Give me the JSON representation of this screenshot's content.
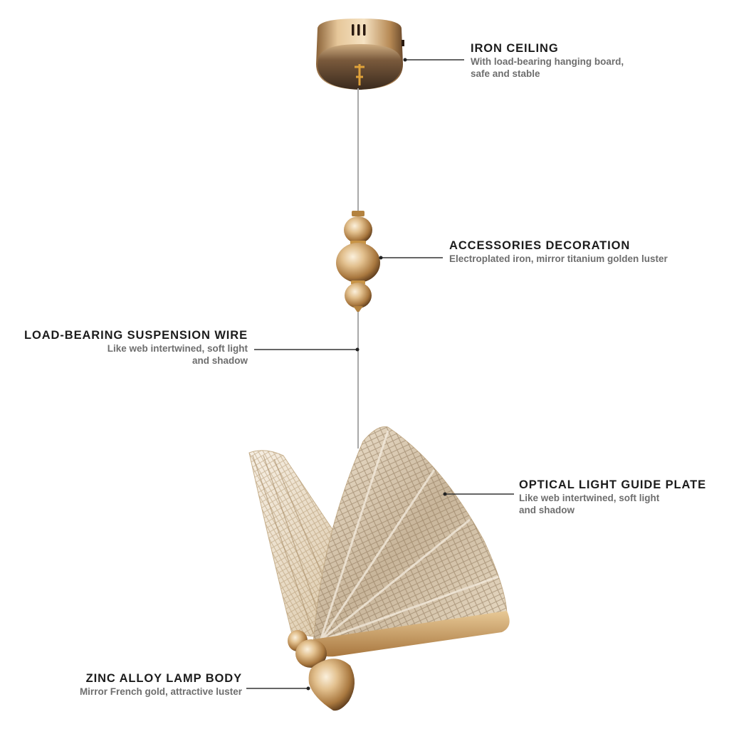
{
  "diagram": {
    "subject": "Butterfly pendant lamp",
    "colors": {
      "background": "#ffffff",
      "title_text": "#1c1c1c",
      "description_text": "#6e6e6e",
      "leader_line": "#333333",
      "gold": "#c9a06a",
      "gold_dark": "#6b4a2c"
    },
    "callouts": [
      {
        "id": "iron-ceiling",
        "title": "IRON CEILING",
        "description": "With load-bearing hanging board,\nsafe and stable",
        "side": "right"
      },
      {
        "id": "accessories-decoration",
        "title": "ACCESSORIES DECORATION",
        "description": "Electroplated iron, mirror titanium golden luster",
        "side": "right"
      },
      {
        "id": "suspension-wire",
        "title": "LOAD-BEARING SUSPENSION WIRE",
        "description": "Like web intertwined, soft light\nand shadow",
        "side": "left"
      },
      {
        "id": "light-guide-plate",
        "title": "OPTICAL LIGHT GUIDE PLATE",
        "description": "Like web intertwined, soft light\nand shadow",
        "side": "right"
      },
      {
        "id": "lamp-body",
        "title": "ZINC ALLOY LAMP BODY",
        "description": "Mirror French gold, attractive luster",
        "side": "left"
      }
    ]
  }
}
